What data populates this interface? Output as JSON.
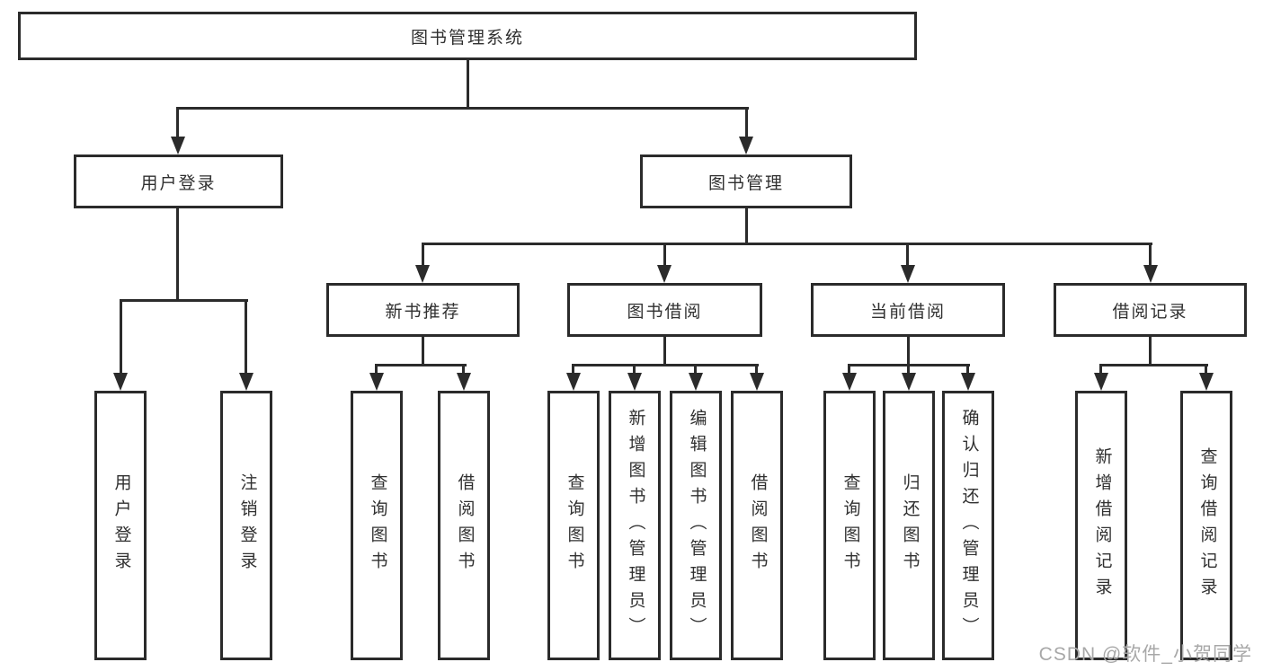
{
  "diagram": {
    "root": {
      "label": "图书管理系统"
    },
    "user_branch": {
      "label": "用户登录",
      "leaves": [
        "用户登录",
        "注销登录"
      ]
    },
    "book_branch": {
      "label": "图书管理",
      "sections": [
        {
          "label": "新书推荐",
          "leaves": [
            "查询图书",
            "借阅图书"
          ]
        },
        {
          "label": "图书借阅",
          "leaves": [
            "查询图书",
            "新增图书（管理员）",
            "编辑图书（管理员）",
            "借阅图书"
          ]
        },
        {
          "label": "当前借阅",
          "leaves": [
            "查询图书",
            "归还图书",
            "确认归还（管理员）"
          ]
        },
        {
          "label": "借阅记录",
          "leaves": [
            "新增借阅记录",
            "查询借阅记录"
          ]
        }
      ]
    }
  },
  "watermark": {
    "label": "CSDN @软件_小贺同学"
  },
  "colors": {
    "line": "#2b2b2b",
    "text": "#303030",
    "watermark": "#a8a8a8",
    "background": "#ffffff"
  }
}
